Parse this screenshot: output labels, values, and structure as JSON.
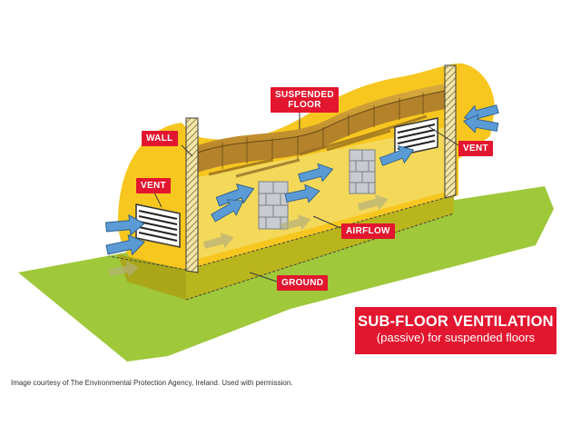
{
  "labels": {
    "suspended_floor": "SUSPENDED\nFLOOR",
    "wall": "WALL",
    "vent_left": "VENT",
    "vent_right": "VENT",
    "airflow": "AIRFLOW",
    "ground": "GROUND"
  },
  "title": {
    "main": "SUB-FLOOR VENTILATION",
    "sub": "(passive) for suspended floors"
  },
  "credit": "Image courtesy of The Environmental Protection Agency, Ireland. Used with permission.",
  "colors": {
    "accent_red": "#e3162f",
    "grass": "#9fc83a",
    "soil": "#b9b51c",
    "background_yellow": "#f7c720",
    "wood": "#c99a2c",
    "airflow_arrow": "#5b9bd5",
    "brick": "#c8ccd0"
  },
  "icons": {
    "arrow": "airflow-arrow-icon",
    "vent": "vent-grille-icon"
  }
}
